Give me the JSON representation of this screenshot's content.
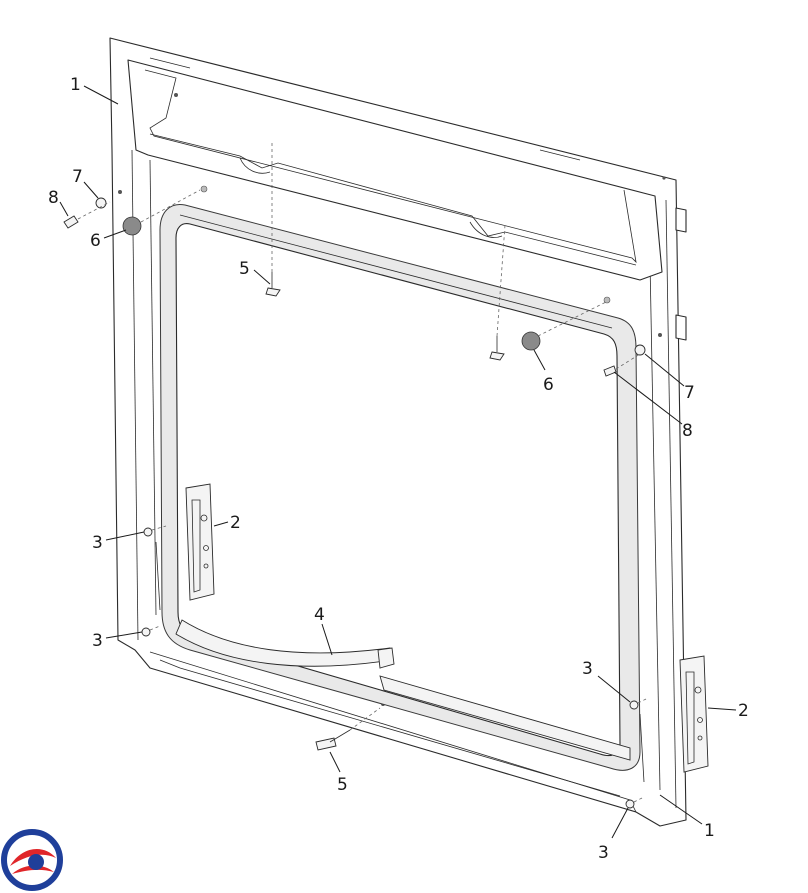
{
  "callouts": {
    "frame_top_left": "1",
    "frame_bottom_right": "1",
    "hinge_left": "2",
    "hinge_right": "2",
    "screw_left_upper": "3",
    "screw_left_lower": "3",
    "screw_right_upper": "3",
    "screw_right_lower": "3",
    "gasket": "4",
    "clip_top": "5",
    "clip_bottom": "5",
    "knob_left": "6",
    "knob_right": "6",
    "nut_left": "7",
    "nut_right": "7",
    "bolt_left": "8",
    "bolt_right": "8"
  },
  "logo": {
    "colors": [
      "#1f3f9a",
      "#e0262a"
    ]
  }
}
